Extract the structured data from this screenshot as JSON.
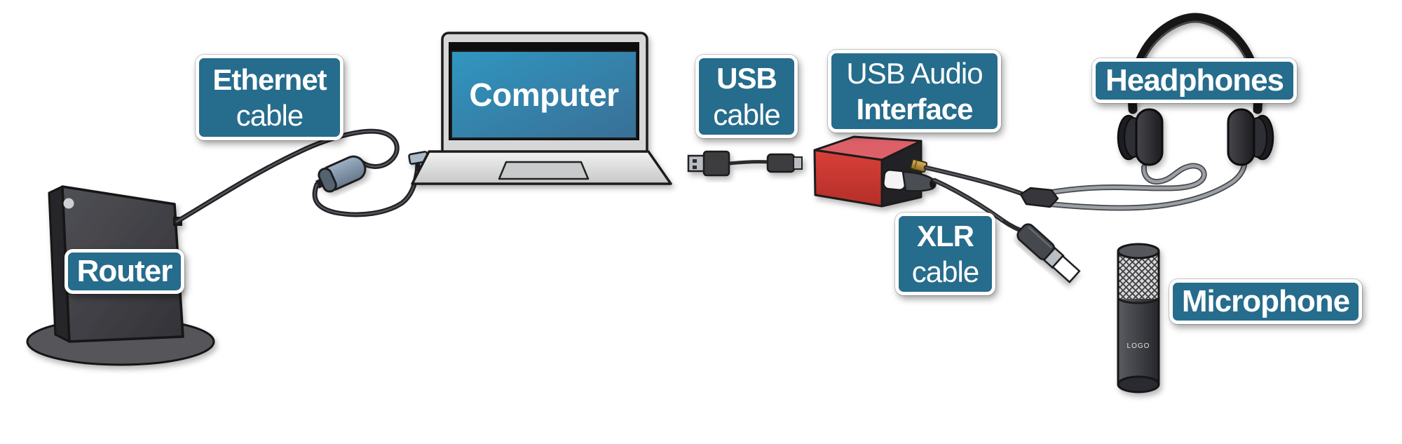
{
  "diagram": {
    "nodes": {
      "router": {
        "label": "Router"
      },
      "ethernet_cable": {
        "line1": "Ethernet",
        "line2": "cable"
      },
      "computer": {
        "label": "Computer"
      },
      "usb_cable": {
        "line1": "USB",
        "line2": "cable"
      },
      "usb_audio_interface": {
        "line1": "USB Audio",
        "line2": "Interface"
      },
      "headphones": {
        "label": "Headphones"
      },
      "xlr_cable": {
        "line1": "XLR",
        "line2": "cable"
      },
      "microphone": {
        "label": "Microphone",
        "body_text": "LOGO"
      }
    },
    "connections": [
      {
        "from": "Router",
        "to": "Computer",
        "via": "Ethernet cable"
      },
      {
        "from": "Computer",
        "to": "USB Audio Interface",
        "via": "USB cable"
      },
      {
        "from": "USB Audio Interface",
        "to": "Microphone",
        "via": "XLR cable"
      },
      {
        "from": "USB Audio Interface",
        "to": "Headphones",
        "via": "headphone cable"
      }
    ],
    "colors": {
      "label_teal": "#266c8c",
      "label_border": "#ffffff",
      "screen_blue_light": "#2f96c0",
      "screen_blue_dark": "#3a6f96",
      "interface_red_front": "#d84038",
      "interface_red_top": "#dd6069",
      "device_dark_gray": "#3f4045",
      "cable_gray": "#9ba0a5",
      "gold_jack": "#c9a24a",
      "background": "#ffffff"
    }
  }
}
